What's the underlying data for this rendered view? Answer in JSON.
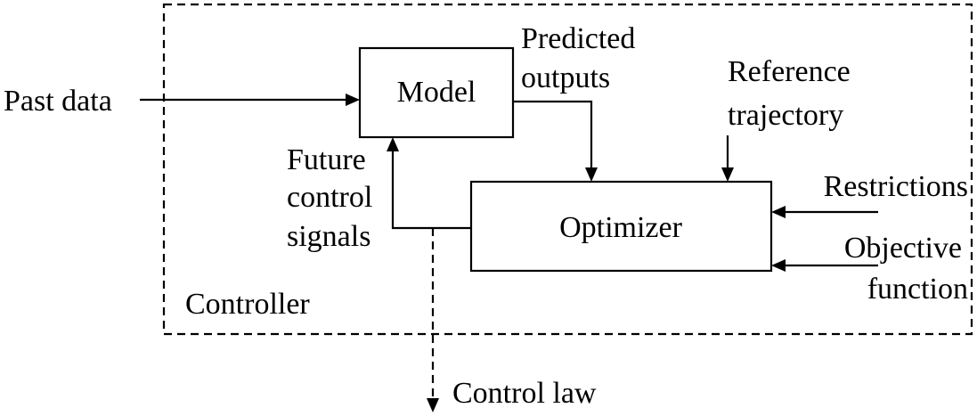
{
  "diagram": {
    "container_label": "Controller",
    "blocks": {
      "model": "Model",
      "optimizer": "Optimizer"
    },
    "inputs": {
      "past_data": "Past data",
      "reference_trajectory": [
        "Reference",
        "trajectory"
      ],
      "restrictions": "Restrictions",
      "objective_function": [
        "Objective",
        "function"
      ]
    },
    "signals": {
      "predicted_outputs": [
        "Predicted",
        "outputs"
      ],
      "future_control_signals": [
        "Future",
        "control",
        "signals"
      ]
    },
    "output": {
      "control_law": "Control law"
    }
  }
}
